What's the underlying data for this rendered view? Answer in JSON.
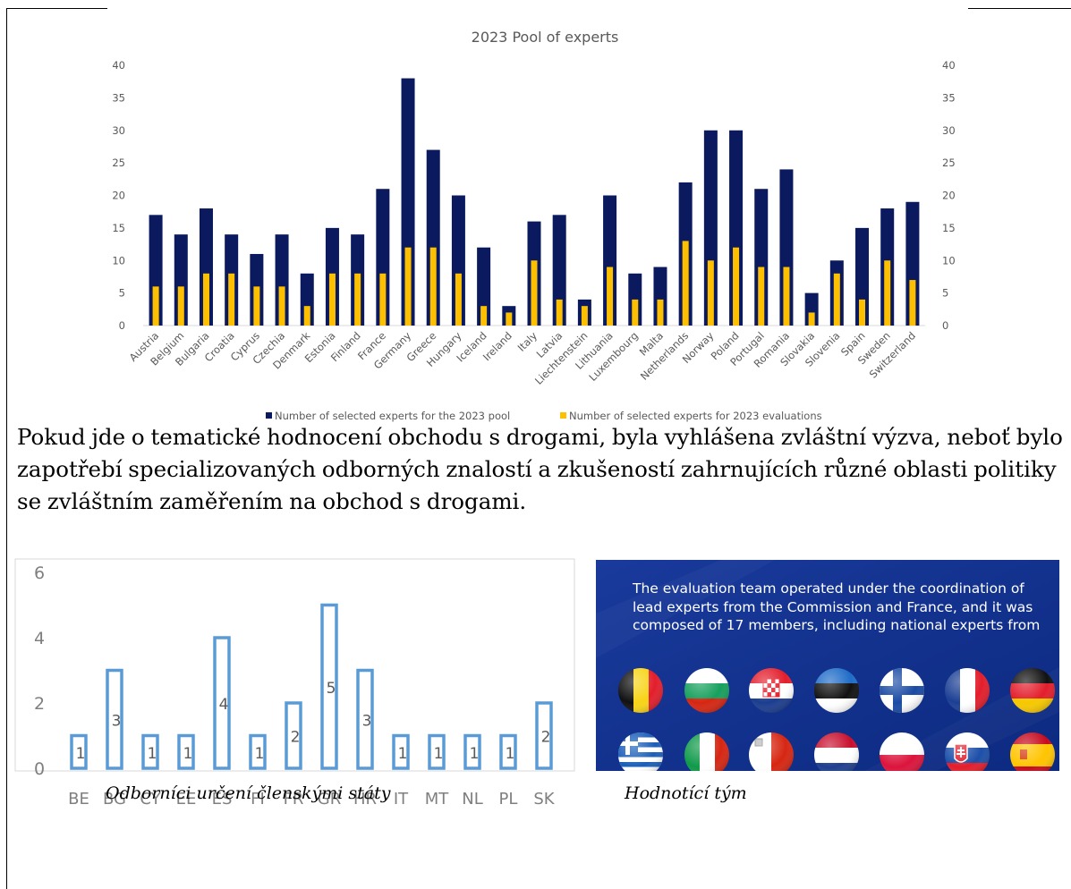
{
  "chart_data": [
    {
      "type": "bar",
      "title": "2023 Pool of experts",
      "categories": [
        "Austria",
        "Belgium",
        "Bulgaria",
        "Croatia",
        "Cyprus",
        "Czechia",
        "Denmark",
        "Estonia",
        "Finland",
        "France",
        "Germany",
        "Greece",
        "Hungary",
        "Iceland",
        "Ireland",
        "Italy",
        "Latvia",
        "Liechtenstein",
        "Lithuania",
        "Luxembourg",
        "Malta",
        "Netherlands",
        "Norway",
        "Poland",
        "Portugal",
        "Romania",
        "Slovakia",
        "Slovenia",
        "Spain",
        "Sweden",
        "Switzerland"
      ],
      "series": [
        {
          "name": "Number of selected experts for the 2023 pool",
          "color": "#0b1a5e",
          "values": [
            17,
            14,
            18,
            14,
            11,
            14,
            8,
            15,
            14,
            21,
            38,
            27,
            20,
            12,
            3,
            16,
            17,
            4,
            20,
            8,
            9,
            22,
            30,
            30,
            21,
            24,
            5,
            10,
            15,
            18,
            19
          ]
        },
        {
          "name": "Number of selected experts for 2023 evaluations",
          "color": "#fdc000",
          "values": [
            6,
            6,
            8,
            8,
            6,
            6,
            3,
            8,
            8,
            8,
            12,
            12,
            8,
            3,
            2,
            10,
            4,
            3,
            9,
            4,
            4,
            13,
            10,
            12,
            9,
            9,
            2,
            8,
            4,
            10,
            7
          ]
        }
      ],
      "ylim": [
        0,
        40
      ],
      "yticks": [
        0,
        5,
        10,
        15,
        20,
        25,
        30,
        35,
        40
      ],
      "secondary_axis": true,
      "grid": false,
      "legend": "bottom"
    },
    {
      "type": "bar",
      "categories": [
        "BE",
        "BG",
        "CY",
        "EE",
        "ES",
        "FI",
        "FR",
        "GR",
        "HR",
        "IT",
        "MT",
        "NL",
        "PL",
        "SK"
      ],
      "values": [
        1,
        3,
        1,
        1,
        4,
        1,
        2,
        5,
        3,
        1,
        1,
        1,
        1,
        2
      ],
      "data_labels": [
        "1",
        "3",
        "1",
        "1",
        "4",
        "1",
        "2",
        "5",
        "3",
        "1",
        "1",
        "1",
        "1",
        "2"
      ],
      "ylim": [
        0,
        6
      ],
      "yticks": [
        0,
        2,
        4,
        6
      ],
      "grid": false,
      "bar_style": "outline",
      "color": "#5b9bd5"
    }
  ],
  "paragraph": "Pokud jde o tematické hodnocení obchodu s drogami, byla vyhlášena zvláštní výzva, neboť bylo zapotřebí specializovaných odborných znalostí a zkušeností zahrnujících různé oblasti politiky se zvláštním zaměřením na obchod s drogami.",
  "panel": {
    "text": "The evaluation team operated under the coordination of lead experts from the Commission and France, and it was composed of 17 members, including national experts from",
    "background": "#0f3190",
    "flags_row1": [
      "Belgium",
      "Bulgaria",
      "Croatia",
      "Estonia",
      "Finland",
      "France",
      "Germany"
    ],
    "flags_row2": [
      "Greece",
      "Italy",
      "Malta",
      "Netherlands",
      "Poland",
      "Slovakia",
      "Spain"
    ]
  },
  "captions": {
    "left": "Odborníci určení členskými státy",
    "right": "Hodnotící tým"
  }
}
